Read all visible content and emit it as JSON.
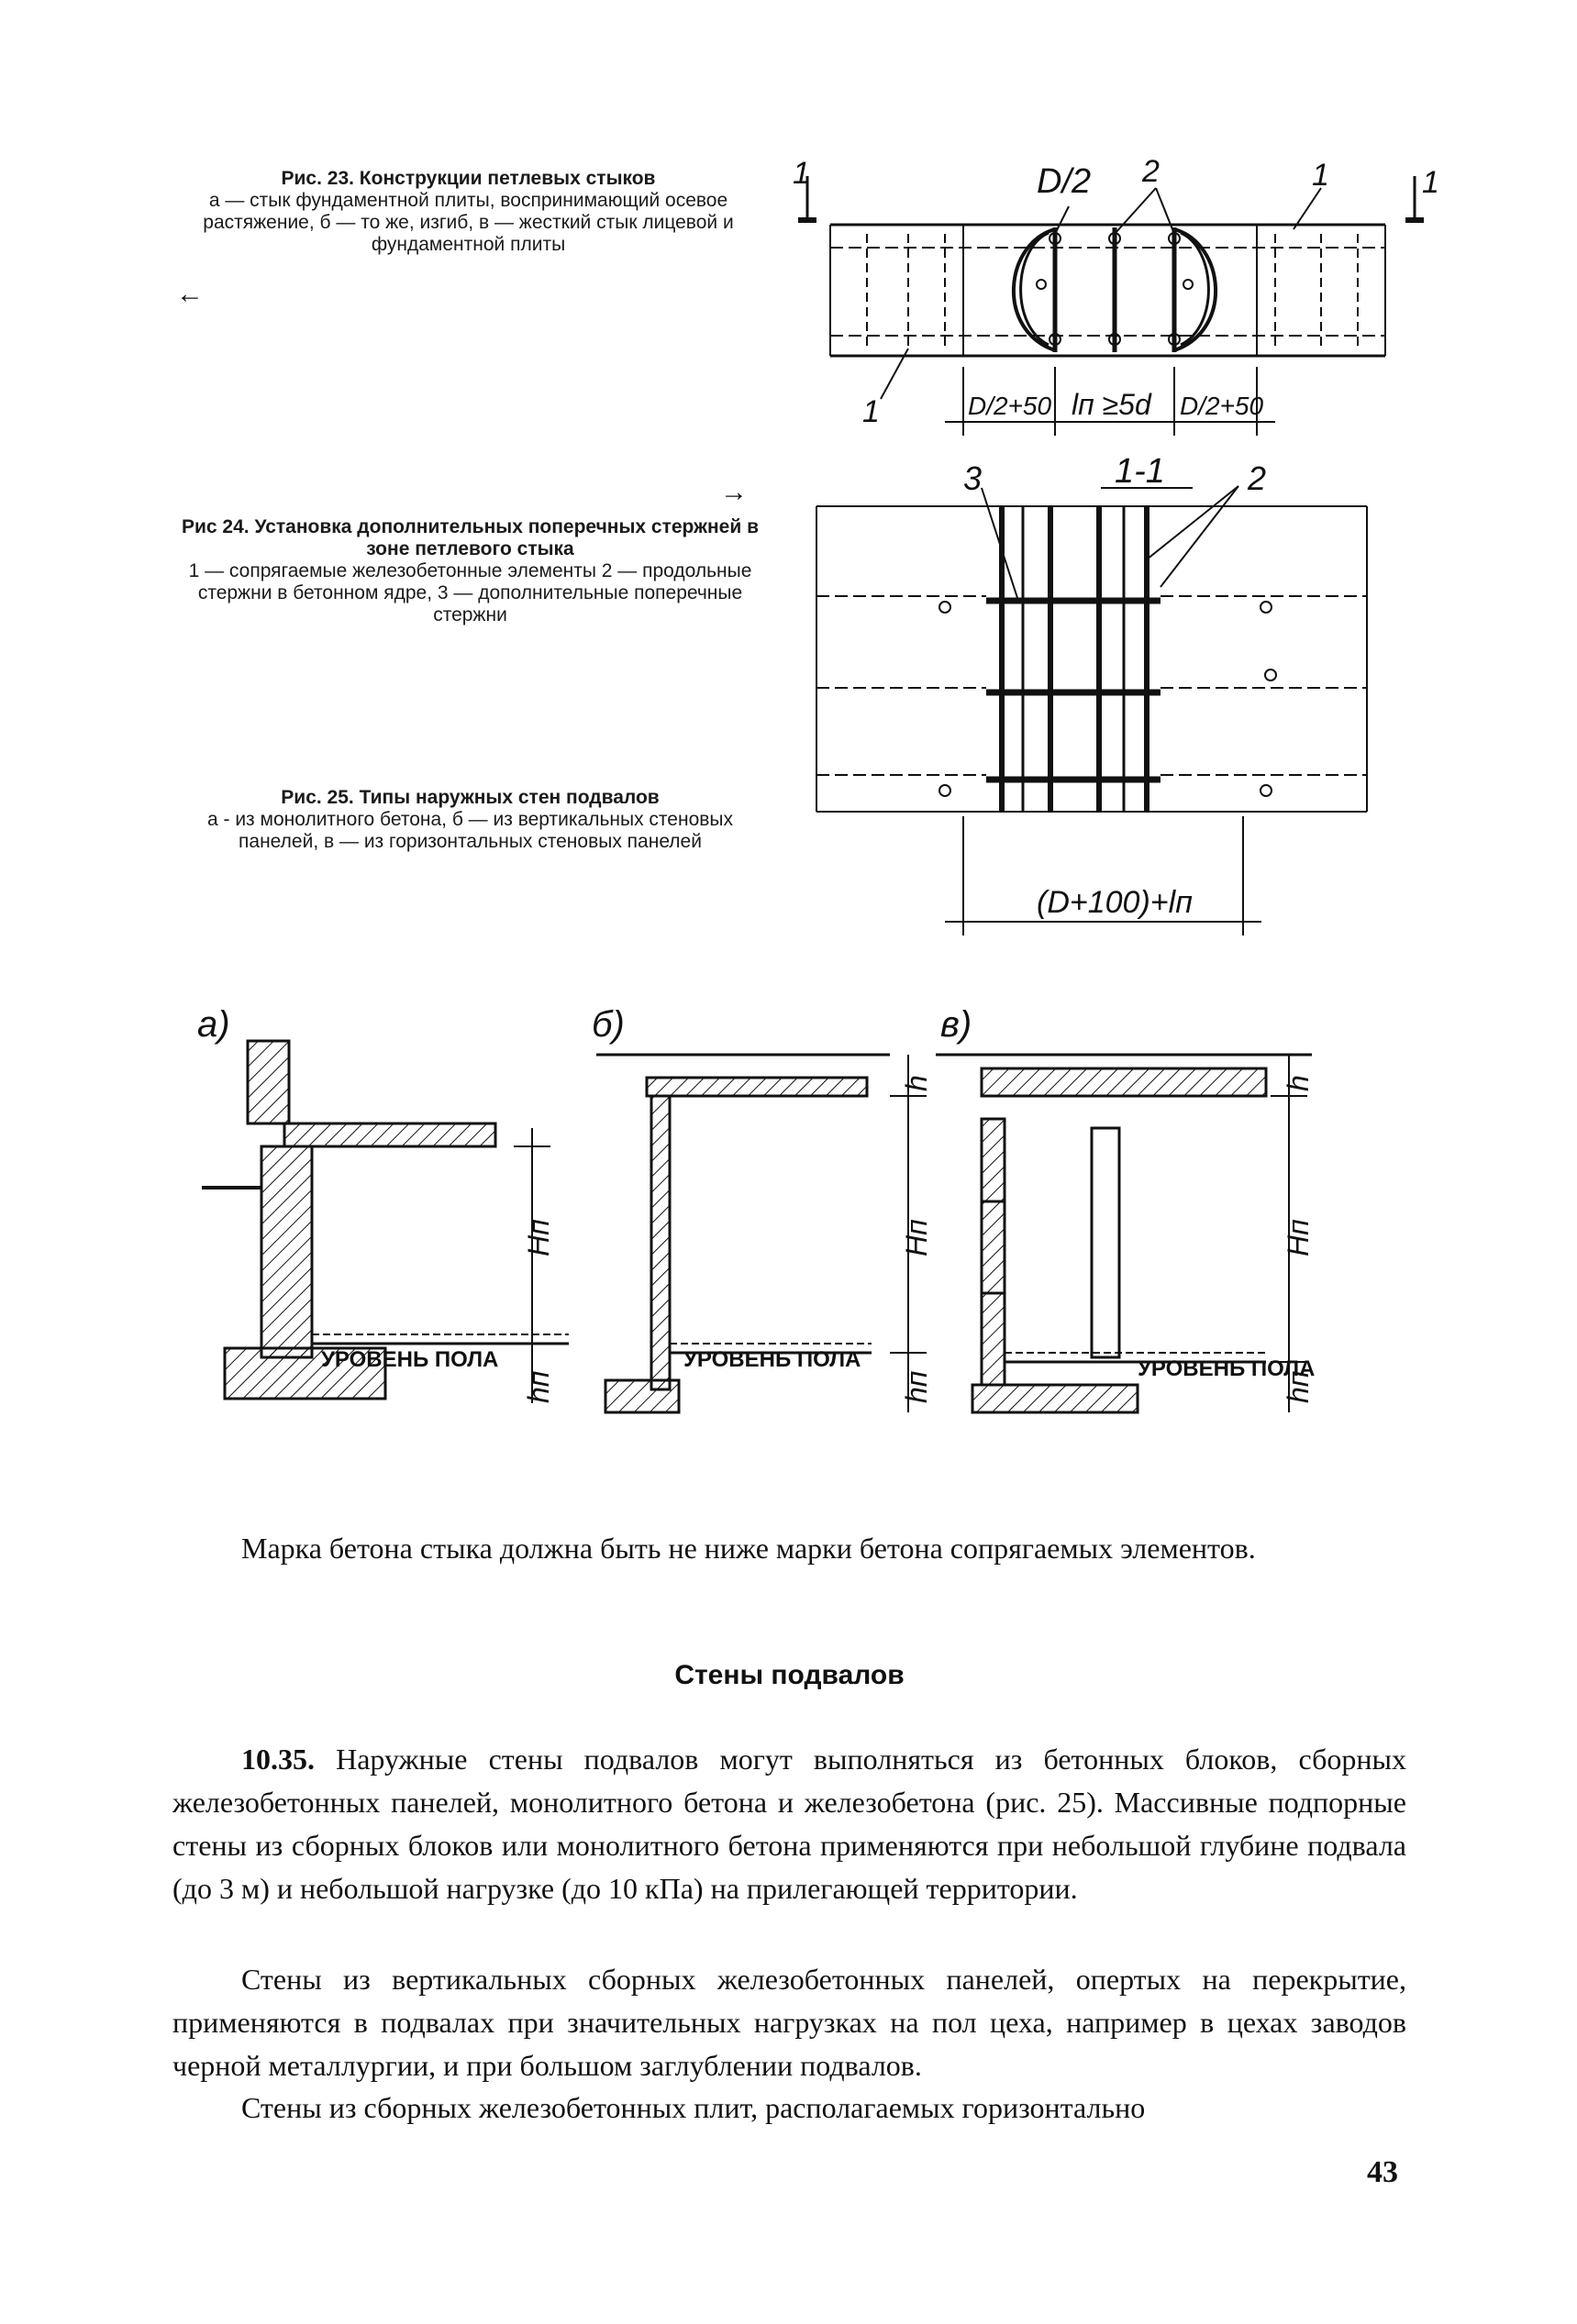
{
  "captions": {
    "fig23": {
      "title": "Рис. 23. Конструкции петлевых стыков",
      "body": "а — стык фундаментной плиты, воспринимающий осевое растяжение, б — то же, изгиб, в — жесткий стык лицевой и фундаментной плиты"
    },
    "fig24": {
      "title": "Рис 24. Установка дополнительных поперечных стержней в зоне петлевого стыка",
      "body": "1 — сопрягаемые железобетонные элементы 2 — продольные стержни в бетонном ядре, 3 — дополнительные поперечные стержни"
    },
    "fig25": {
      "title": "Рис. 25. Типы наружных стен подвалов",
      "body": "а - из монолитного бетона, б — из вертикальных стеновых панелей, в — из горизонтальных стеновых панелей"
    },
    "arrow_left": "←",
    "arrow_right": "→"
  },
  "drawing_top": {
    "label_d2": "D/2",
    "label_1": "1",
    "label_2": "2",
    "dim_1": "D/2+50",
    "dim_2": "lп ≥5d",
    "dim_3": "D/2+50"
  },
  "drawing_section": {
    "title": "1-1",
    "label_3": "3",
    "label_2": "2",
    "dim": "(D+100)+lп"
  },
  "drawing_walls": {
    "variant_a": "а)",
    "variant_b": "б)",
    "variant_c": "в)",
    "floor_label": "УРОВЕНЬ ПОЛА",
    "dim_h": "h",
    "dim_Hn": "Hп",
    "dim_hn": "hп"
  },
  "text": {
    "paragraph1": "Марка бетона стыка должна быть не ниже марки бетона сопрягаемых элементов.",
    "heading": "Стены подвалов",
    "p2_num": "10.35.",
    "p2_rest": " Наружные стены подвалов могут выполняться из бетонных блоков, сборных железобетонных панелей, монолитного бетона и железобетона (рис. 25). Массивные подпорные стены из сборных блоков или монолитного бетона применяются при небольшой глубине подвала (до 3 м) и небольшой нагрузке (до 10 кПа) на прилегающей территории.",
    "paragraph3": "Стены из вертикальных сборных железобетонных панелей, опертых на перекрытие, применяются в подвалах при значительных нагрузках на пол цеха, например в цехах заводов черной металлургии, и при большом заглублении подвалов.",
    "paragraph4": "Стены из сборных железобетонных плит, располагаемых горизонтально"
  },
  "page_number": "43"
}
